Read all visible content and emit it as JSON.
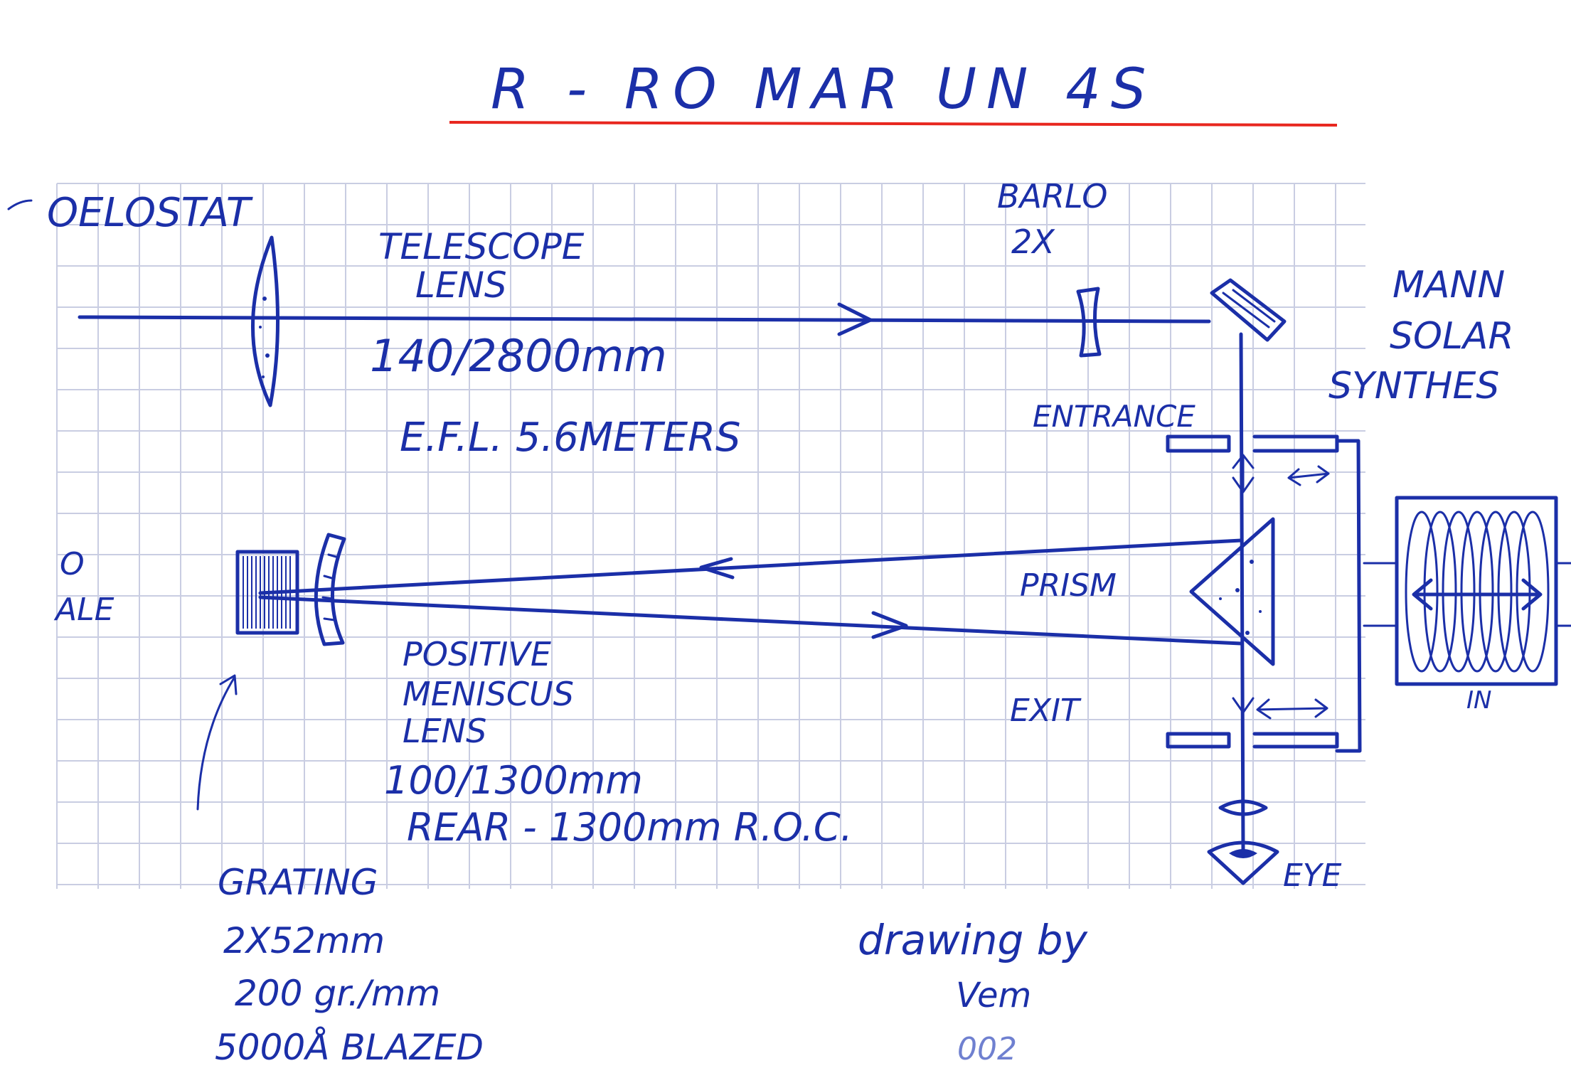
{
  "title": "R - RO MAR UN 4S",
  "colors": {
    "ink": "#1b2fa8",
    "title_underline": "#e8271f",
    "grid": "#c9cde2"
  },
  "labels": {
    "coelostat": "OELOSTAT",
    "telescope_lens": [
      "TELESCOPE",
      "LENS"
    ],
    "telescope_spec": "140/2800mm",
    "efl": "E.F.L. 5.6METERS",
    "barlow": [
      "BARLO",
      "2X"
    ],
    "mann_solar": [
      "MANN",
      "SOLAR",
      "SYNTHES"
    ],
    "entrance": "ENTRANCE",
    "prism": "PRISM",
    "exit": "EXIT",
    "eye": "EYE",
    "in": "IN",
    "left_fragments": [
      "O",
      "ALE"
    ],
    "meniscus": [
      "POSITIVE",
      "MENISCUS",
      "LENS"
    ],
    "meniscus_spec": [
      "100/1300mm",
      "REAR - 1300mm R.O.C."
    ],
    "grating": [
      "GRATING",
      "2X52mm",
      "200 gr./mm",
      "5000Å BLAZED"
    ],
    "signature": [
      "drawing by",
      "Vem",
      "002"
    ]
  }
}
